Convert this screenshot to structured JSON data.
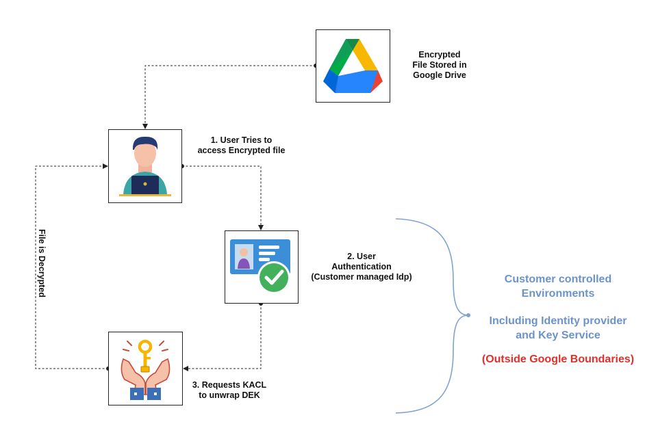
{
  "drive_label": [
    "Encrypted",
    "File Stored in",
    "Google Drive"
  ],
  "step1_label": [
    "1. User Tries to",
    "access Encrypted file"
  ],
  "step2_label": [
    "2. User",
    "Authentication",
    "(Customer managed Idp)"
  ],
  "step3_label": [
    "3. Requests KACL",
    "to unwrap DEK"
  ],
  "decrypted_label": "File is Decrypted",
  "environment": {
    "line1": "Customer controlled",
    "line2": "Environments",
    "line3": "Including Identity provider",
    "line4": "and Key Service",
    "boundary": "(Outside Google Boundaries)"
  },
  "colors": {
    "env_text": "#6b93c9",
    "boundary_text": "#e0302a",
    "brace": "#7fa3d0",
    "connector": "#222222"
  },
  "icons": {
    "drive": "google-drive-icon",
    "user": "user-with-laptop-icon",
    "auth": "id-card-check-icon",
    "key": "hands-holding-key-icon"
  }
}
